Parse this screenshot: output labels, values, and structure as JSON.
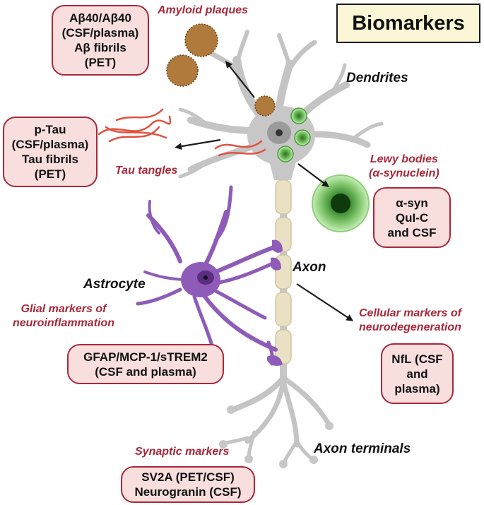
{
  "title": "Biomarkers",
  "labels": {
    "amyloid_plaques": "Amyloid plaques",
    "dendrites": "Dendrites",
    "tau_tangles": "Tau tangles",
    "lewy_bodies": [
      "Lewy bodies",
      "(α-synuclein)"
    ],
    "astrocyte": "Astrocyte",
    "axon": "Axon",
    "glial_markers": [
      "Glial markers of",
      "neuroinflammation"
    ],
    "cellular_markers": [
      "Cellular markers of",
      "neurodegeneration"
    ],
    "synaptic_markers": "Synaptic markers",
    "axon_terminals": "Axon terminals"
  },
  "boxes": {
    "amyloid": [
      "Aβ40/Aβ40",
      "(CSF/plasma)",
      "Aβ fibrils",
      "(PET)"
    ],
    "tau": [
      "p-Tau",
      "(CSF/plasma)",
      "Tau fibrils",
      "(PET)"
    ],
    "asyn": [
      "α-syn",
      "QuI-C",
      "and CSF"
    ],
    "glial": [
      "GFAP/MCP-1/sTREM2",
      "(CSF and plasma)"
    ],
    "nfl": [
      "NfL (CSF",
      "and",
      "plasma)"
    ],
    "synaptic": [
      "SV2A (PET/CSF)",
      "Neurogranin (CSF)"
    ]
  },
  "colors": {
    "box_fill": "#f9dede",
    "box_border": "#a8283a",
    "label_red": "#a8283a",
    "neuron_gray": "#c7c7c7",
    "myelin": "#eae0c4",
    "astrocyte_purple": "#8e5cb8",
    "lewy_green": "#6fbf5a",
    "plaque_brown": "#9b6a34",
    "tangle_red": "#e0523f",
    "title_fill": "#fbf6d6"
  }
}
